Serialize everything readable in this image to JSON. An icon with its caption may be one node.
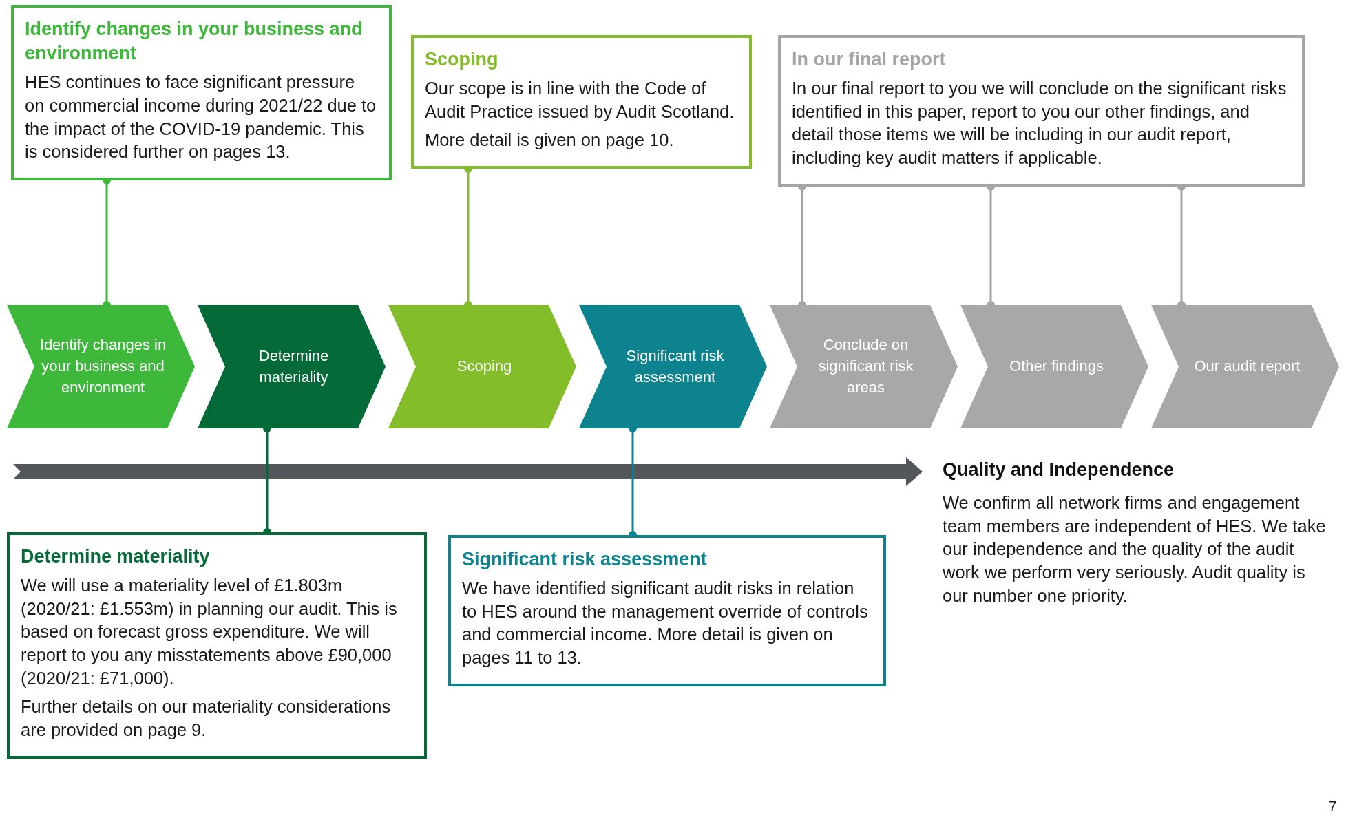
{
  "diagram": {
    "nodes": [
      {
        "text": [
          "Identify changes in your business and environment",
          "HES continues to face significant pressure on commercial income during 2021/22 due to the impact of the COVID-19 pandemic.  This is considered further on pages 13."
        ]
      },
      {
        "text": [
          "Scoping",
          "Our scope is in line with the Code of Audit Practice issued by Audit Scotland.",
          "More detail is given on page 10."
        ]
      },
      {
        "text": [
          "In our final report",
          "In our final report to you we will conclude on the significant risks identified in this paper, report to you our other findings, and detail those items we will be including in our audit report, including key audit matters if applicable."
        ]
      },
      {
        "text": [
          "Identify changes in your business and environment"
        ]
      },
      {
        "text": [
          "Determine materiality"
        ]
      },
      {
        "text": [
          "Scoping"
        ]
      },
      {
        "text": [
          "Significant risk assessment"
        ]
      },
      {
        "text": [
          "Conclude on significant risk areas"
        ]
      },
      {
        "text": [
          "Other findings"
        ]
      },
      {
        "text": [
          "Our audit report"
        ]
      },
      {
        "text": [
          "Determine materiality",
          "We will use a materiality level of £1.803m (2020/21: £1.553m) in planning our audit.  This is based on forecast gross expenditure. We will report to you any misstatements above £90,000 (2020/21: £71,000).",
          "Further details on our materiality considerations are provided on page 9."
        ]
      },
      {
        "text": [
          "Significant risk assessment",
          "We have identified significant audit risks in relation to HES around the management override of controls and commercial income. More detail is given on pages 11 to 13."
        ]
      }
    ],
    "edges": [
      {
        "from": 0,
        "to": 3,
        "arrow": "other",
        "color": "#3db83a"
      },
      {
        "from": 1,
        "to": 5,
        "arrow": "other",
        "color": "#84bd2a"
      },
      {
        "from": 2,
        "to": 7,
        "arrow": "other"
      },
      {
        "from": 2,
        "to": 8,
        "arrow": "other"
      },
      {
        "from": 2,
        "to": 9,
        "arrow": "other"
      },
      {
        "from": 4,
        "to": 10,
        "arrow": "other",
        "color": "#046a38"
      },
      {
        "from": 6,
        "to": 11,
        "arrow": "other",
        "color": "#0d8390"
      }
    ],
    "labels": [
      "Quality and Independence",
      "We confirm all network firms and engagement team members are independent of HES. We take our independence and the quality of the audit work we perform very seriously. Audit quality is our number one priority.",
      "7"
    ]
  }
}
